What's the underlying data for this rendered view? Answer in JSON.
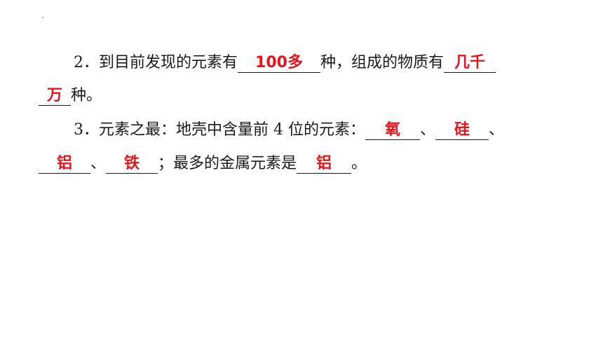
{
  "q2": {
    "number": "2．",
    "text_a": "到目前发现的元素有",
    "answer_1": "100多",
    "text_b": "种，组成的物质有",
    "answer_2_part1": "几千",
    "answer_2_part2": "万",
    "text_c": "种。"
  },
  "q3": {
    "number": "3．",
    "text_a": "元素之最：地壳中含量前 4 位的元素：",
    "answer_1": "氧",
    "sep_1": "、",
    "answer_2": "硅",
    "sep_2": "、",
    "answer_3": "铝",
    "sep_3": "、",
    "answer_4": "铁",
    "text_b": "；最多的金属元素是",
    "answer_5": "铝",
    "text_c": "。"
  },
  "colors": {
    "answer": "#e8141b",
    "text": "#1a1a1a"
  }
}
